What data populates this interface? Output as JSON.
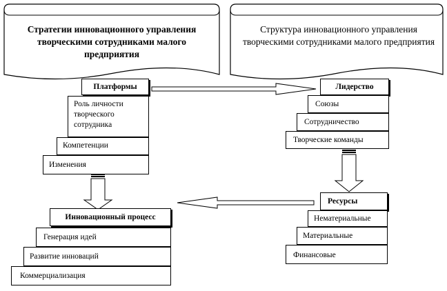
{
  "left_banner": {
    "title": "Стратегии инновационного управления творческими сотрудниками малого предприятия"
  },
  "right_banner": {
    "title": "Структура инновационного управления творческими сотрудниками малого предприятия"
  },
  "platforms": {
    "header": "Платформы",
    "items": [
      "Роль личности творческого сотрудника",
      "Компетенции",
      "Изменения"
    ]
  },
  "leadership": {
    "header": "Лидерство",
    "items": [
      "Союзы",
      "Сотрудничество",
      "Творческие команды"
    ]
  },
  "resources": {
    "header": "Ресурсы",
    "items": [
      "Нематериальные",
      "Материальные",
      "Финансовые"
    ]
  },
  "innovation_process": {
    "header": "Инновационный процесс",
    "items": [
      "Генерация идей",
      "Развитие инноваций",
      "Коммерциализация"
    ]
  }
}
